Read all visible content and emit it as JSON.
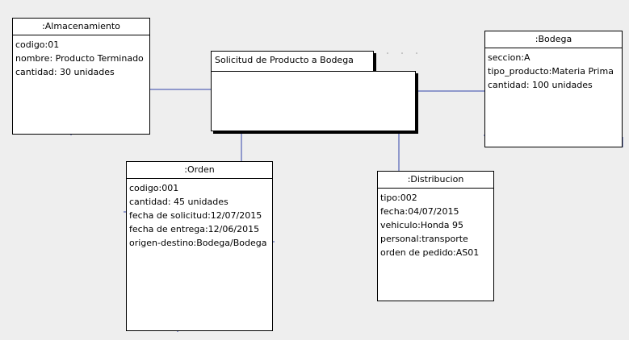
{
  "package": {
    "title": "Solicitud de Producto a Bodega"
  },
  "objects": {
    "almacenamiento": {
      "title": ":Almacenamiento",
      "attrs": [
        "codigo:01",
        "nombre: Producto Terminado",
        "cantidad: 30 unidades"
      ]
    },
    "bodega": {
      "title": ":Bodega",
      "attrs": [
        "seccion:A",
        "tipo_producto:Materia Prima",
        "cantidad: 100 unidades"
      ]
    },
    "orden": {
      "title": ":Orden",
      "attrs": [
        "codigo:001",
        "cantidad: 45 unidades",
        "fecha de solicitud:12/07/2015",
        "fecha de entrega:12/06/2015",
        "origen-destino:Bodega/Bodega"
      ]
    },
    "distribucion": {
      "title": ":Distribucion",
      "attrs": [
        "tipo:002",
        "fecha:04/07/2015",
        "vehiculo:Honda 95",
        "personal:transporte",
        "orden de pedido:AS01"
      ]
    }
  },
  "colors": {
    "connector": "#3344aa",
    "background": "#eeeeee",
    "box": "#ffffff"
  }
}
